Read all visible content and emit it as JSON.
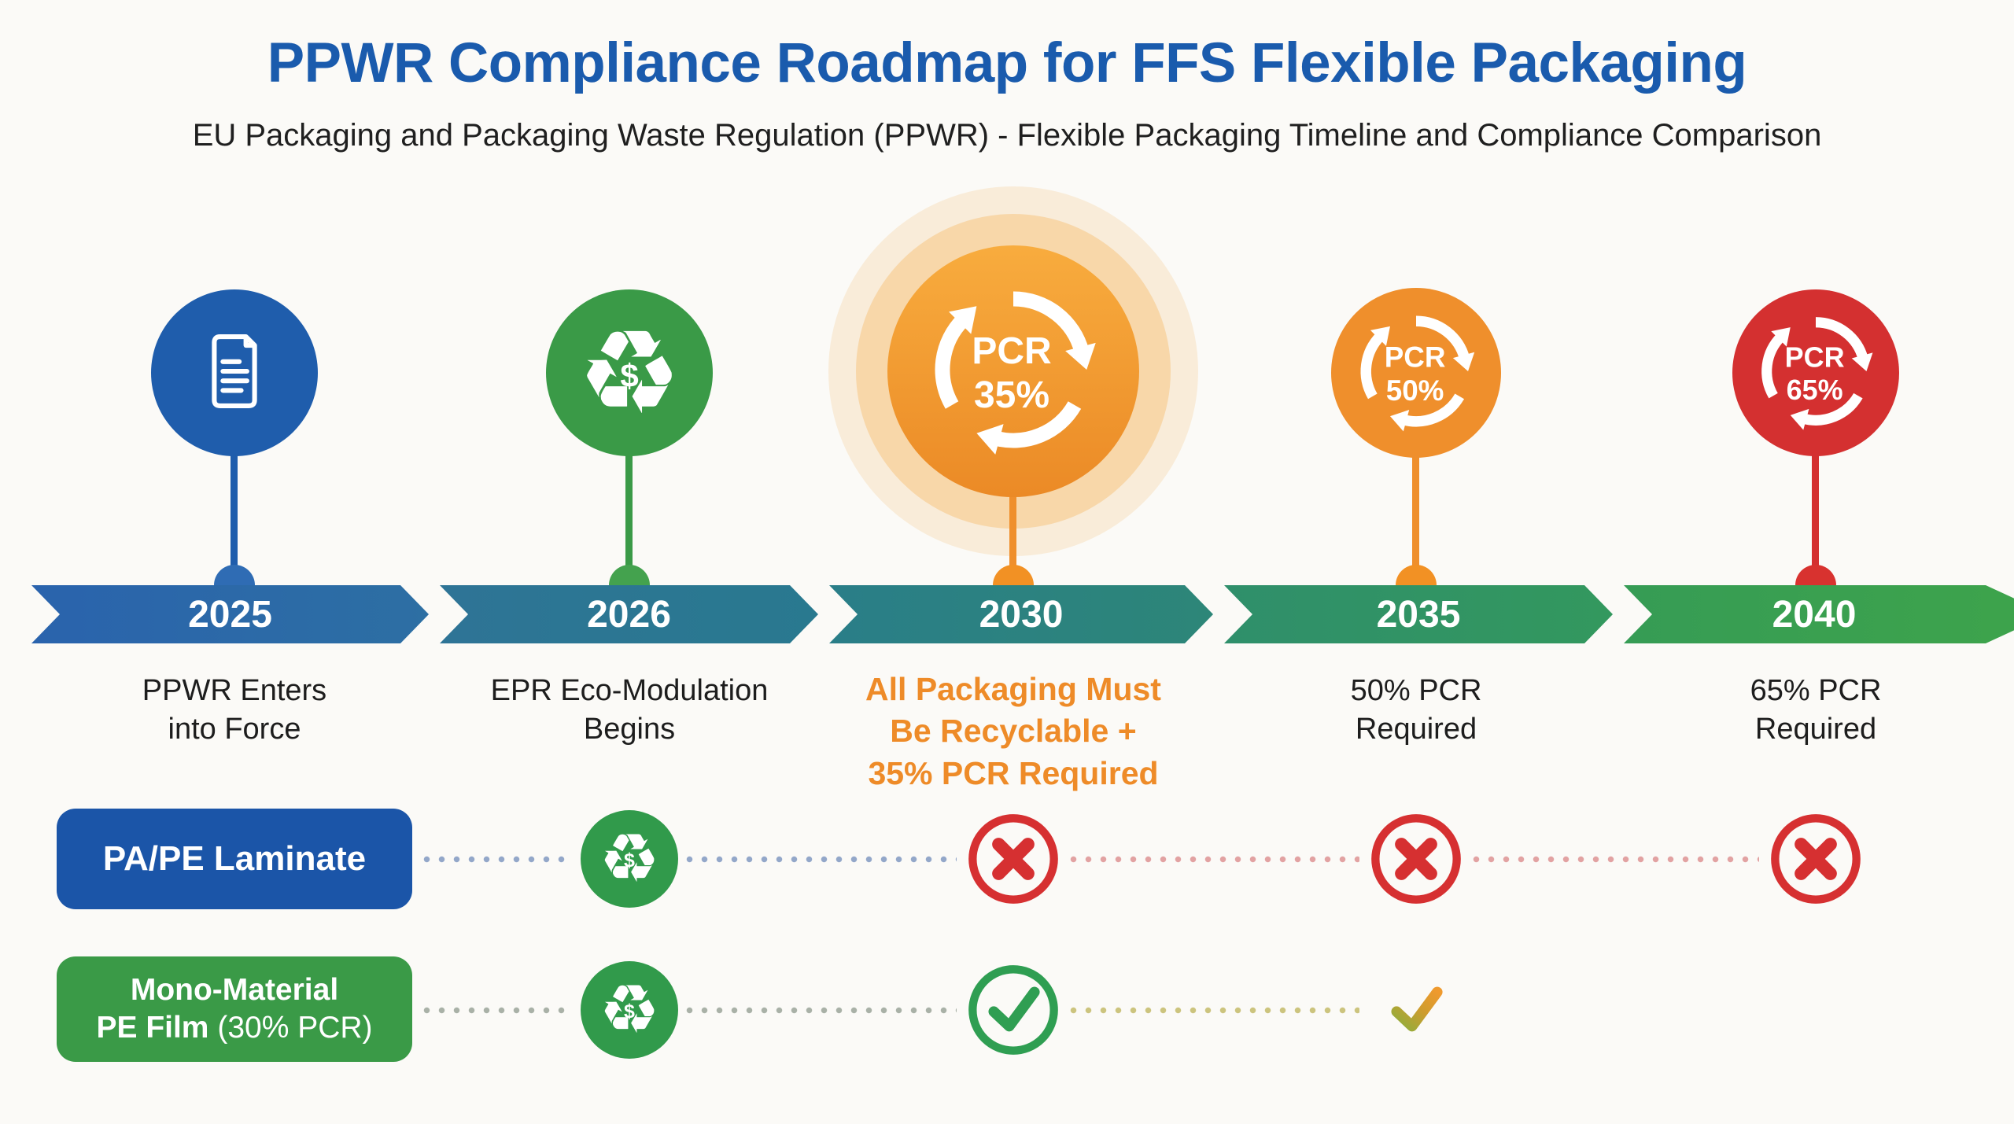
{
  "header": {
    "title": "PPWR Compliance Roadmap for FFS Flexible Packaging",
    "subtitle": "EU Packaging and Packaging Waste Regulation (PPWR) - Flexible Packaging Timeline and Compliance Comparison"
  },
  "timeline": {
    "milestones": [
      {
        "year": "2025",
        "icon": "document-icon",
        "color": "#1f5dac",
        "caption_lines": [
          "PPWR Enters",
          "into Force"
        ]
      },
      {
        "year": "2026",
        "icon": "recycle-dollar-icon",
        "color": "#3a9a47",
        "caption_lines": [
          "EPR Eco-Modulation",
          "Begins"
        ]
      },
      {
        "year": "2030",
        "icon": "pcr-cycle-icon",
        "color": "#f0922b",
        "highlight": true,
        "pcr_label": "PCR",
        "pcr_value": "35%",
        "caption_lines": [
          "All Packaging Must",
          "Be Recyclable +",
          "35% PCR Required"
        ]
      },
      {
        "year": "2035",
        "icon": "pcr-cycle-icon",
        "color": "#ef8f2c",
        "pcr_label": "PCR",
        "pcr_value": "50%",
        "caption_lines": [
          "50% PCR",
          "Required"
        ]
      },
      {
        "year": "2040",
        "icon": "pcr-cycle-icon",
        "color": "#d43030",
        "pcr_label": "PCR",
        "pcr_value": "65%",
        "caption_lines": [
          "65% PCR",
          "Required"
        ]
      }
    ]
  },
  "materials": [
    {
      "name": "PA/PE Laminate",
      "color": "#1b55a8",
      "statuses": [
        "recycle-epr",
        "not-compliant",
        "not-compliant",
        "not-compliant"
      ]
    },
    {
      "name_line1": "Mono-Material",
      "name_line2_bold": "PE Film",
      "name_line2_rest": " (30% PCR)",
      "color": "#3a9a47",
      "statuses": [
        "recycle-epr",
        "compliant",
        "compliant-transition",
        "none"
      ]
    }
  ],
  "icons": {
    "recycle_glyph": "♻",
    "dollar": "$"
  },
  "colors": {
    "title_blue": "#1a5bad",
    "blue": "#1f5dac",
    "green": "#3a9a47",
    "orange": "#f0922b",
    "red": "#d43030",
    "label_orange": "#ee8b28",
    "band_start_blue": "#2a63ad",
    "band_end_green": "#3ea44b"
  }
}
